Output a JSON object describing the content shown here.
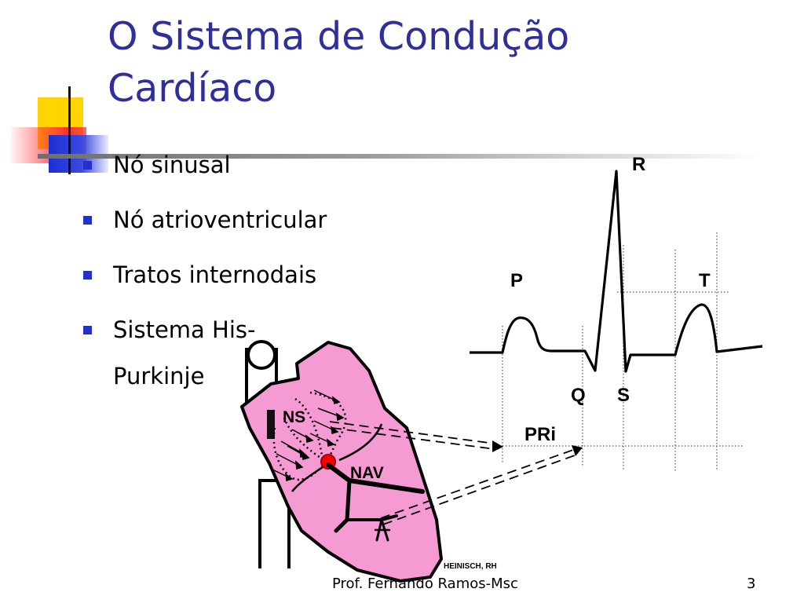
{
  "slide": {
    "title_line1": "O Sistema de Condução",
    "title_line2": "Cardíaco",
    "accent_color": "#2f2f9a",
    "bullet_color": "#2230d0",
    "heart_fill": "#f59ad3",
    "node_color": "#ff0000"
  },
  "bullets": [
    {
      "text": "Nó sinusal"
    },
    {
      "text": "Nó atrioventricular"
    },
    {
      "text": "Tratos internodais"
    },
    {
      "text": "Sistema His-",
      "text2": "Purkinje"
    }
  ],
  "ecg": {
    "P": "P",
    "Q": "Q",
    "R": "R",
    "S": "S",
    "T": "T",
    "PRi": "PRi"
  },
  "heart": {
    "ns_label": "NS",
    "nav_label": "NAV",
    "credit": "HEINISCH, RH"
  },
  "footer": {
    "author": "Prof. Fernando Ramos-Msc",
    "page": "3"
  }
}
